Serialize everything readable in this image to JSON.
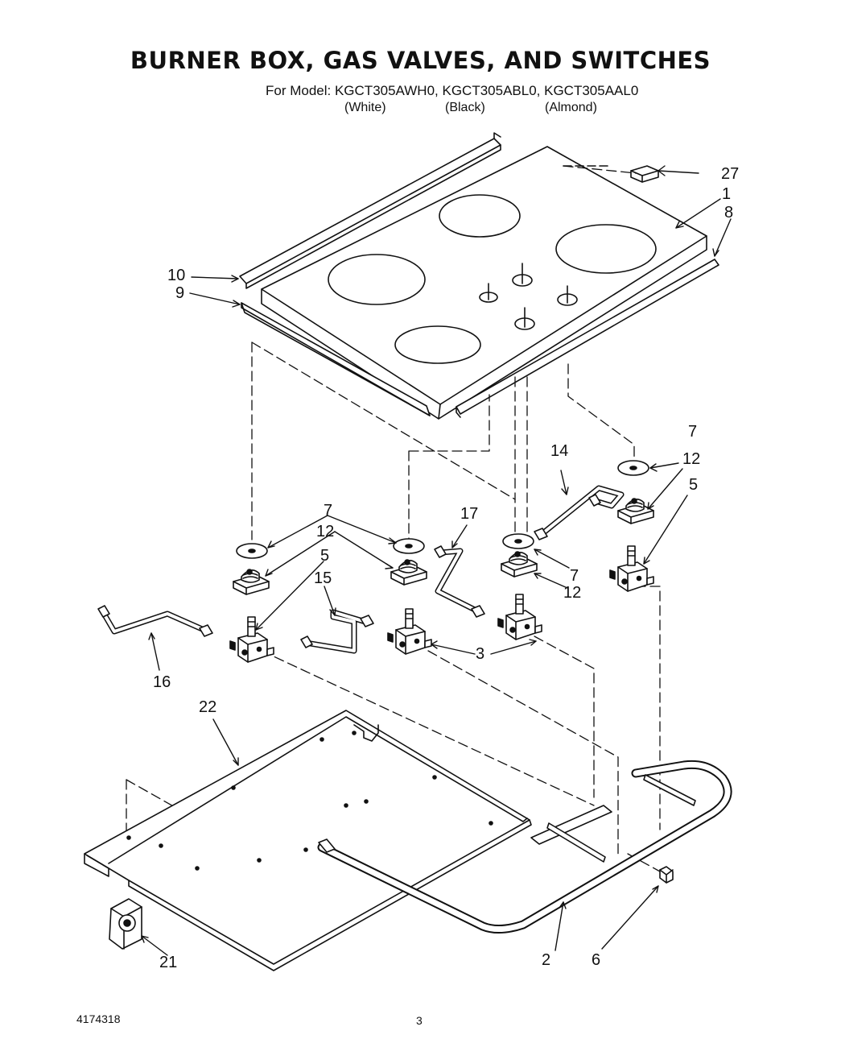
{
  "header": {
    "title": "BURNER BOX, GAS VALVES, AND SWITCHES",
    "model_line": "For Model: KGCT305AWH0, KGCT305ABL0, KGCT305AAL0",
    "variants": [
      "(White)",
      "(Black)",
      "(Almond)"
    ]
  },
  "callouts": {
    "c1": "1",
    "c2": "2",
    "c3": "3",
    "c5a": "5",
    "c5b": "5",
    "c6": "6",
    "c7a": "7",
    "c7b": "7",
    "c7c": "7",
    "c8": "8",
    "c9": "9",
    "c10": "10",
    "c12a": "12",
    "c12b": "12",
    "c12c": "12",
    "c14": "14",
    "c15": "15",
    "c16": "16",
    "c17": "17",
    "c21": "21",
    "c22": "22",
    "c27": "27"
  },
  "footer": {
    "doc_number": "4174318",
    "page_number": "3"
  }
}
